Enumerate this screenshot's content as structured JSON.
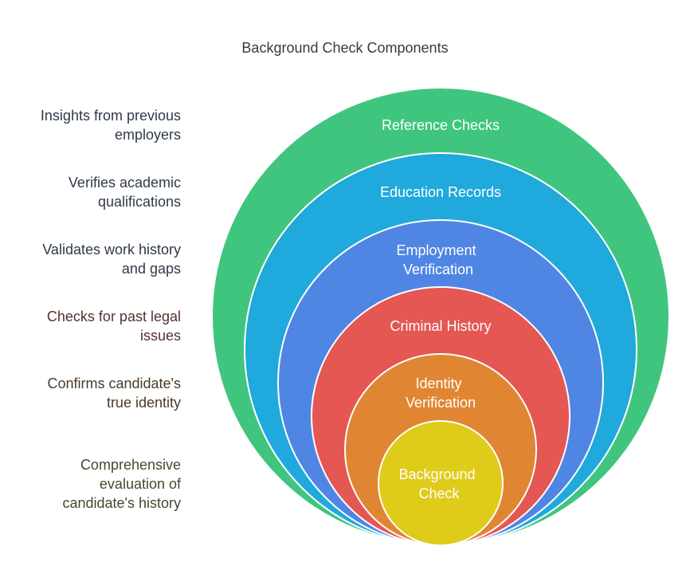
{
  "title": "Background Check Components",
  "layers": [
    {
      "label": "Reference Checks",
      "description": "Insights from previous\nemployers",
      "color": "#40c57f",
      "text_color": "#2f3a47"
    },
    {
      "label": "Education Records",
      "description": "Verifies academic\nqualifications",
      "color": "#1fa9dc",
      "text_color": "#2f3a47"
    },
    {
      "label": "Employment\nVerification",
      "description": "Validates work history\nand gaps",
      "color": "#4f86e4",
      "text_color": "#2f3a47"
    },
    {
      "label": "Criminal History",
      "description": "Checks for past legal\nissues",
      "color": "#e45753",
      "text_color": "#5a2f2f"
    },
    {
      "label": "Identity\nVerification",
      "description": "Confirms candidate's\ntrue identity",
      "color": "#e08633",
      "text_color": "#4a3a2a"
    },
    {
      "label": "Background\nCheck",
      "description": "Comprehensive\nevaluation of\ncandidate's history",
      "color": "#dfcb1a",
      "text_color": "#4a4630"
    }
  ]
}
